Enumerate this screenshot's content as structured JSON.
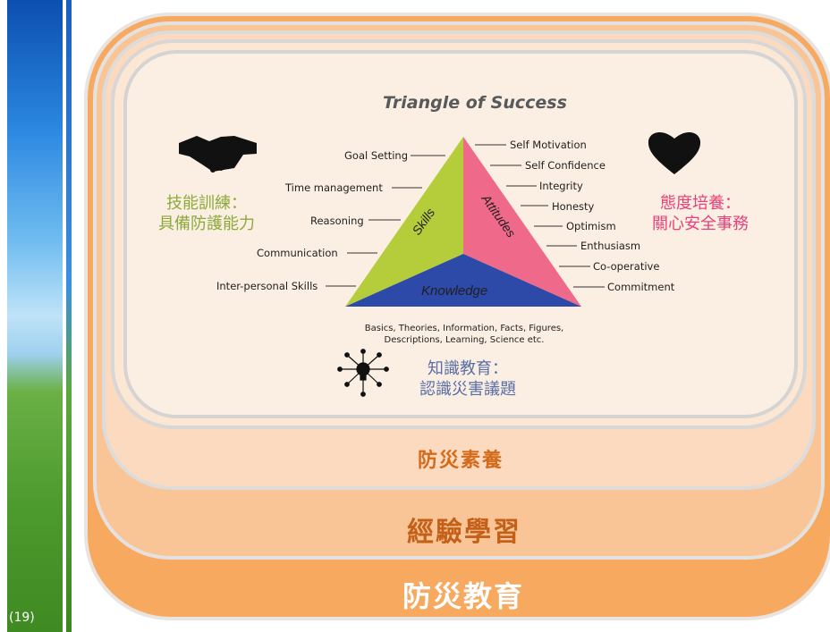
{
  "slide": {
    "page_number": "19"
  },
  "diagram": {
    "title": "Triangle of Success",
    "skills_label": "Skills",
    "attitudes_label": "Attitudes",
    "knowledge_label": "Knowledge",
    "skills_items": [
      "Goal Setting",
      "Time management",
      "Reasoning",
      "Communication",
      "Inter-personal Skills"
    ],
    "attitudes_items": [
      "Self Motivation",
      "Self Confidence",
      "Integrity",
      "Honesty",
      "Optimism",
      "Enthusiasm",
      "Co-operative",
      "Commitment"
    ],
    "knowledge_desc_line1": "Basics, Theories, Information, Facts, Figures,",
    "knowledge_desc_line2": "Descriptions, Learning, Science etc.",
    "skills_caption_line1": "技能訓練：",
    "skills_caption_line2": "具備防護能力",
    "attitudes_caption_line1": "態度培養：",
    "attitudes_caption_line2": "關心安全事務",
    "knowledge_caption_line1": "知識教育：",
    "knowledge_caption_line2": "認識災害議題",
    "colors": {
      "skills": "#b5cd3a",
      "attitudes": "#ef6a8a",
      "knowledge": "#2e4aa8"
    }
  },
  "layers": {
    "literacy": "防災素養",
    "experience": "經驗學習",
    "education": "防災教育"
  }
}
